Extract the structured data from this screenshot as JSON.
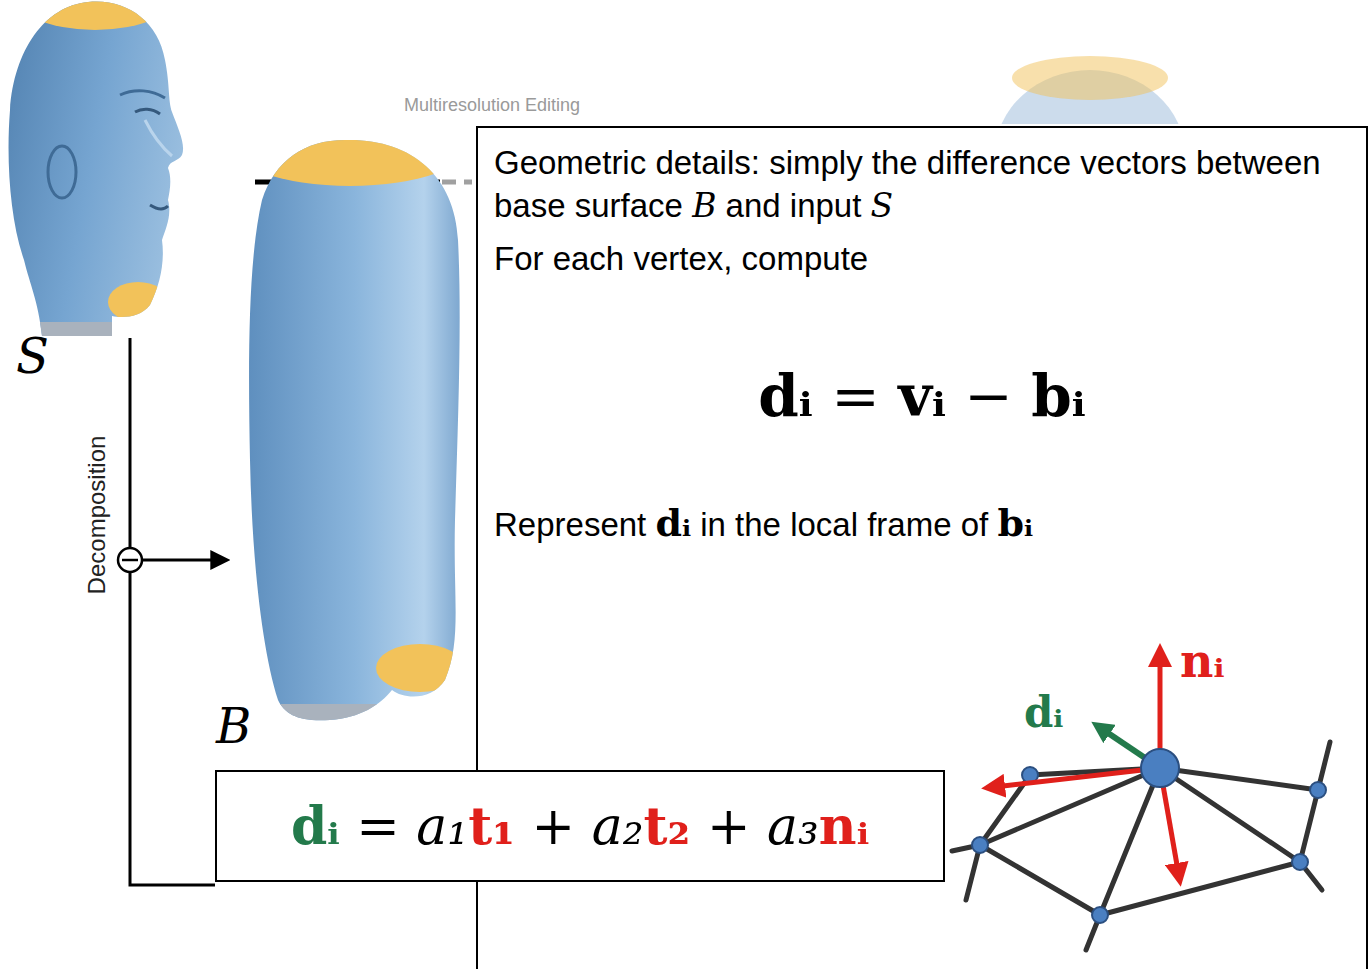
{
  "diagram": {
    "nodes": [
      {
        "text": [
          "Geometric details: simply the difference vectors between base surface B and input S",
          "For each vertex, compute",
          "dᵢ = vᵢ − bᵢ",
          "Represent dᵢ in the local frame of bᵢ"
        ]
      },
      {
        "text": [
          "dᵢ = a₁t₁ + a₂t₂ + a₃nᵢ"
        ]
      }
    ],
    "labels": [
      "Multiresolution Editing",
      "S",
      "Decomposition",
      "nᵢ",
      "dᵢ",
      "B"
    ]
  }
}
